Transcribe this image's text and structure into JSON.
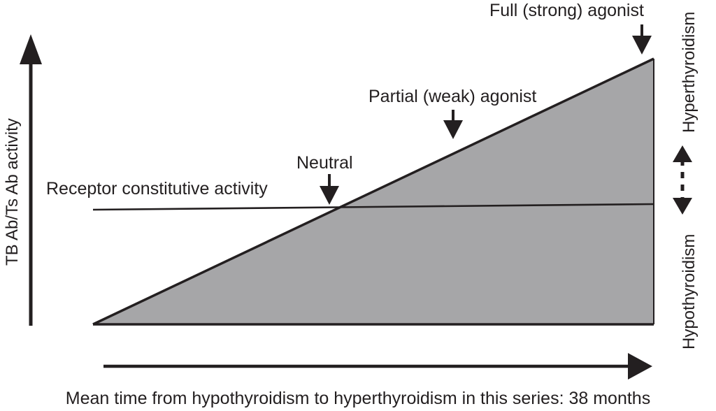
{
  "figure": {
    "title_present": false,
    "background_color": "#ffffff",
    "ink_color": "#231f20",
    "shade_color": "#a6a6a8",
    "y_axis_label": "TB Ab/Ts Ab activity",
    "caption": "Mean time from hypothyroidism to hyperthyroidism in this series: 38 months",
    "annotations": {
      "constitutive": "Receptor constitutive activity",
      "neutral": "Neutral",
      "partial": "Partial (weak) agonist",
      "full": "Full (strong) agonist"
    },
    "right_axis": {
      "top_label": "Hyperthyroidism",
      "bottom_label": "Hypothyroidism",
      "connector": "dashed-double-arrow"
    }
  },
  "chart_data": {
    "type": "area",
    "title": "",
    "xlabel": "Mean time from hypothyroidism to hyperthyroidism in this series: 38 months",
    "ylabel": "TB Ab/Ts Ab activity",
    "xlim": [
      0,
      38
    ],
    "ylim": [
      0,
      1
    ],
    "grid": false,
    "legend": "none",
    "x_units": "months",
    "series": [
      {
        "name": "TB Ab/Ts Ab activity (agonist ramp)",
        "style": "filled-area",
        "fill": "#a6a6a8",
        "x": [
          0,
          38
        ],
        "values": [
          0,
          1.0
        ]
      },
      {
        "name": "Receptor constitutive activity",
        "style": "line",
        "fill": "none",
        "x": [
          0,
          38
        ],
        "values": [
          0.407,
          0.426
        ]
      }
    ],
    "annotations": [
      {
        "label": "Neutral",
        "x": 17.6,
        "y": 0.42,
        "arrow": "down"
      },
      {
        "label": "Partial (weak) agonist",
        "x": 25.6,
        "y": 0.62,
        "arrow": "down"
      },
      {
        "label": "Full (strong) agonist",
        "x": 37.4,
        "y": 1.0,
        "arrow": "down"
      }
    ],
    "secondary_axis": {
      "label_high": "Hyperthyroidism",
      "label_low": "Hypothyroidism",
      "direction": "bidirectional"
    }
  }
}
